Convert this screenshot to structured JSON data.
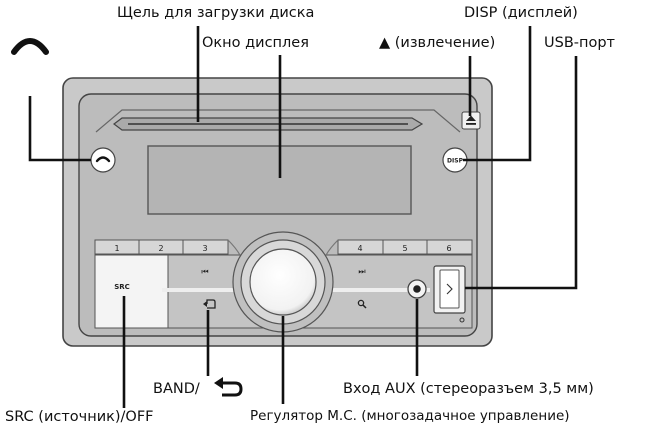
{
  "labels": {
    "disc_slot": "Щель для загрузки диска",
    "display_window": "Окно дисплея",
    "eject": "▲ (извлечение)",
    "disp": "DISP (дисплей)",
    "usb_port": "USB-порт",
    "band": "BAND/",
    "src": "SRC (источник)/OFF",
    "mc_dial": "Регулятор M.C. (многозадачное управление)",
    "aux_input": "Вход AUX (стереоразъем 3,5 мм)"
  },
  "unit": {
    "preset_buttons": [
      "1",
      "2",
      "3",
      "4",
      "5",
      "6"
    ],
    "src_text": "SRC",
    "disp_text": "DISP",
    "prev_symbol": "⏮",
    "next_symbol": "⏭",
    "search_symbol": "🔍"
  },
  "icons": [
    "phone-icon",
    "back-arrow-icon",
    "eject-icon",
    "usb-icon",
    "magnifier-icon"
  ]
}
